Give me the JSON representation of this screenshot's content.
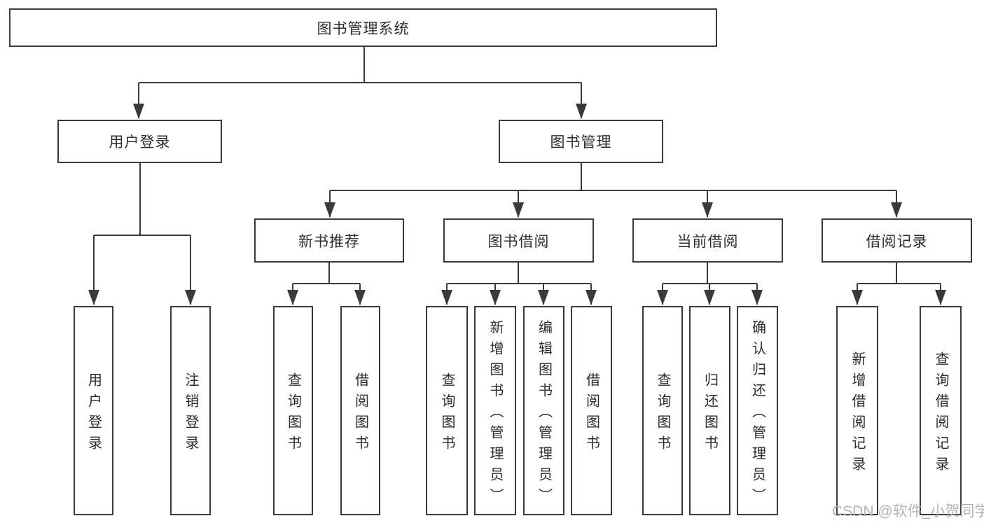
{
  "tree": {
    "label": "图书管理系统",
    "children": [
      {
        "label": "用户登录",
        "children": [
          {
            "label": "用户登录"
          },
          {
            "label": "注销登录"
          }
        ]
      },
      {
        "label": "图书管理",
        "children": [
          {
            "label": "新书推荐",
            "children": [
              {
                "label": "查询图书"
              },
              {
                "label": "借阅图书"
              }
            ]
          },
          {
            "label": "图书借阅",
            "children": [
              {
                "label": "查询图书"
              },
              {
                "label": "新增图书（管理员）"
              },
              {
                "label": "编辑图书（管理员）"
              },
              {
                "label": "借阅图书"
              }
            ]
          },
          {
            "label": "当前借阅",
            "children": [
              {
                "label": "查询图书"
              },
              {
                "label": "归还图书"
              },
              {
                "label": "确认归还（管理员）"
              }
            ]
          },
          {
            "label": "借阅记录",
            "children": [
              {
                "label": "新增借阅记录"
              },
              {
                "label": "查询借阅记录"
              }
            ]
          }
        ]
      }
    ]
  },
  "watermark": {
    "text": "CSDN @软件_小贺同学"
  },
  "colors": {
    "line": "#3a3a3a",
    "box_border": "#3a3a3a",
    "box_fill": "#ffffff",
    "label_text": "#2d2d2d",
    "watermark_text": "#b3b3b3"
  }
}
